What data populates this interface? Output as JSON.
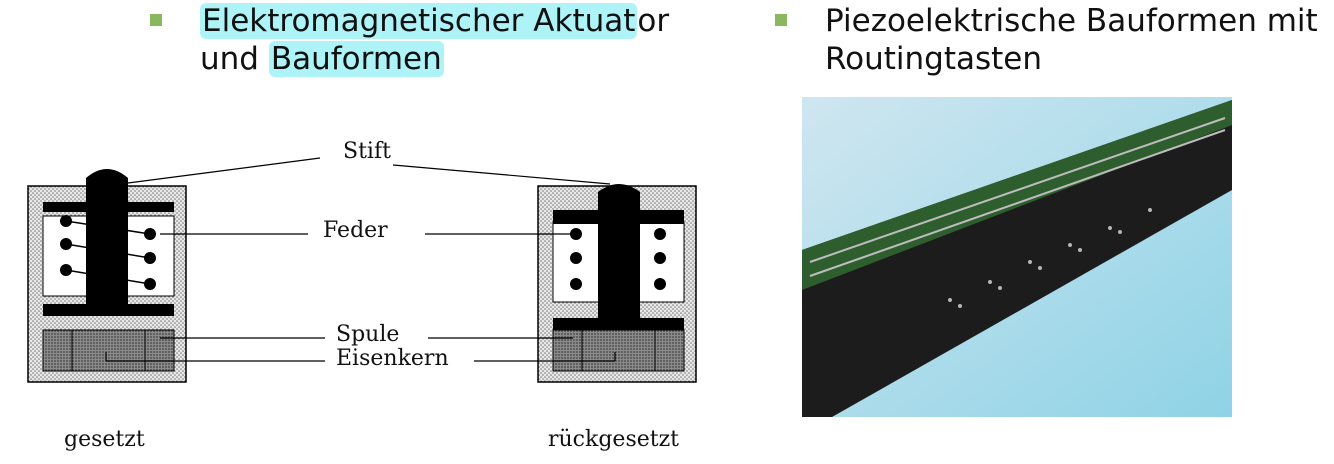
{
  "left": {
    "heading_line1_hl": "Elektromagnetischer Aktuat",
    "heading_line1_rest": "or",
    "heading_line2_a": "und ",
    "heading_line2_hl": "Bauformen"
  },
  "right": {
    "heading_line1": "Piezoelektrische Bauformen mit",
    "heading_line2": "Routingtasten"
  },
  "diagram": {
    "labels": {
      "stift": "Stift",
      "feder": "Feder",
      "spule": "Spule",
      "eisenkern": "Eisenkern"
    },
    "captions": {
      "left": "gesetzt",
      "right": "rückgesetzt"
    }
  },
  "colors": {
    "bullet": "#8ab860",
    "highlight": "#aef3f7"
  }
}
